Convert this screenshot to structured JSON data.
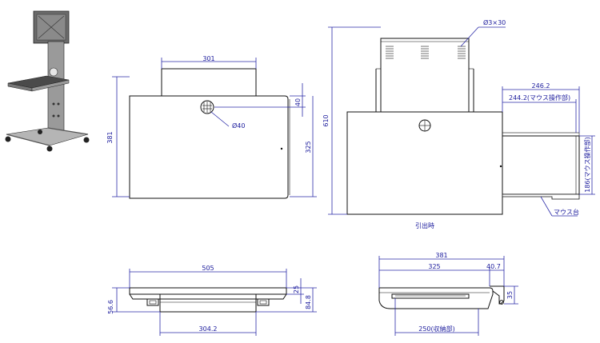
{
  "colors": {
    "dimension": "#1a1a9c",
    "outline": "#111111",
    "background": "#ffffff"
  },
  "icons": {
    "product_photo": "tv-stand-with-shelf-icon"
  },
  "top_view": {
    "width_top": "301",
    "hole_offset": "40",
    "hole_dia": "Ø40",
    "depth": "381",
    "depth_right": "325"
  },
  "extended_view": {
    "height": "610",
    "screw": "Ø3×30",
    "ext_total": "246.2",
    "ext_mouse": "244.2(マウス操作部)",
    "mouse_depth": "186(マウス操作部)",
    "mouse_label": "マウス台",
    "caption": "引出時"
  },
  "front_view": {
    "width": "505",
    "inner_width": "304.2",
    "left_height": "56.6",
    "right_a": "25",
    "right_b": "84.8"
  },
  "side_view": {
    "total": "381",
    "main": "325",
    "ext": "40.7",
    "height": "35",
    "stored": "250(収納部)"
  }
}
